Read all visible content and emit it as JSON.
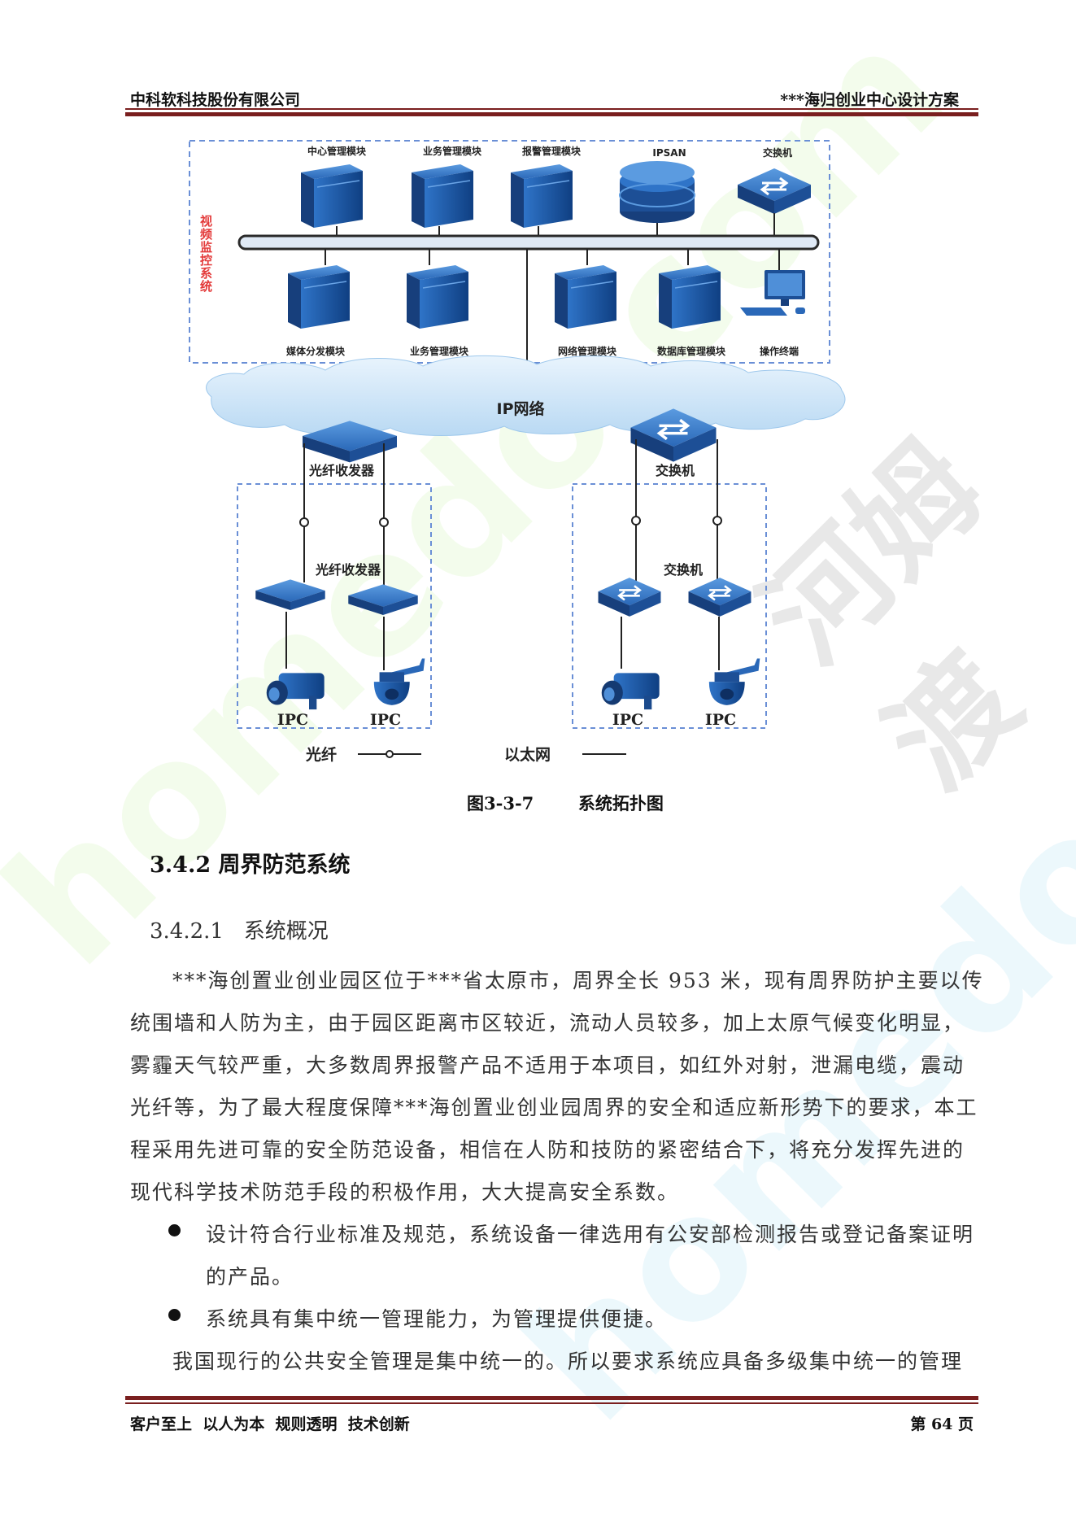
{
  "header": {
    "company": "中科软科技股份有限公司",
    "doc_title": "***海归创业中心设计方案"
  },
  "diagram": {
    "system_label": "视频监控系统",
    "top_modules": [
      "中心管理模块",
      "业务管理模块",
      "报警管理模块",
      "IPSAN",
      "交换机"
    ],
    "bottom_modules": [
      "媒体分发模块",
      "业务管理模块",
      "网络管理模块",
      "数据库管理模块",
      "操作终端"
    ],
    "network": "IP网络",
    "left_group": {
      "head_device": "光纤收发器",
      "sub_device": "光纤收发器",
      "cameras": [
        "IPC",
        "IPC"
      ]
    },
    "right_group": {
      "head_device": "交换机",
      "sub_device": "交换机",
      "cameras": [
        "IPC",
        "IPC"
      ]
    },
    "legend": {
      "fiber": "光纤",
      "ethernet": "以太网"
    }
  },
  "figure_caption": {
    "number": "图3-3-7",
    "title": "系统拓扑图"
  },
  "section": {
    "heading": "3.4.2 周界防范系统",
    "subheading": "3.4.2.1   系统概况"
  },
  "paragraph1_lines": [
    "***海创置业创业园区位于***省太原市，周界全长 953 米，现有周界防护主要以传",
    "统围墙和人防为主，由于园区距离市区较近，流动人员较多，加上太原气候变化明显，",
    "雾霾天气较严重，大多数周界报警产品不适用于本项目，如红外对射，泄漏电缆，震动",
    "光纤等，为了最大程度保障***海创置业创业园周界的安全和适应新形势下的要求，本工",
    "程采用先进可靠的安全防范设备，相信在人防和技防的紧密结合下，将充分发挥先进的",
    "现代科学技术防范手段的积极作用，大大提高安全系数。"
  ],
  "bullets": [
    {
      "line1": "设计符合行业标准及规范，系统设备一律选用有公安部检测报告或登记备案证明",
      "line2": "的产品。"
    },
    {
      "line1": "系统具有集中统一管理能力，为管理提供便捷。",
      "line2": ""
    }
  ],
  "paragraph2_line": "我国现行的公共安全管理是集中统一的。所以要求系统应具备多级集中统一的管理",
  "footer": {
    "motto": "客户至上  以人为本  规则透明  技术创新",
    "page": "第 64 页"
  },
  "watermark": {
    "brand_en": "homedo.com",
    "brand_cn": "河姆渡"
  },
  "colors": {
    "rule": "#7a1f1f",
    "device_blue": "#1f5ea8",
    "cloud_blue": "#cfe6f8",
    "group_border": "#6a8fd6",
    "system_label": "#e33a3a"
  }
}
